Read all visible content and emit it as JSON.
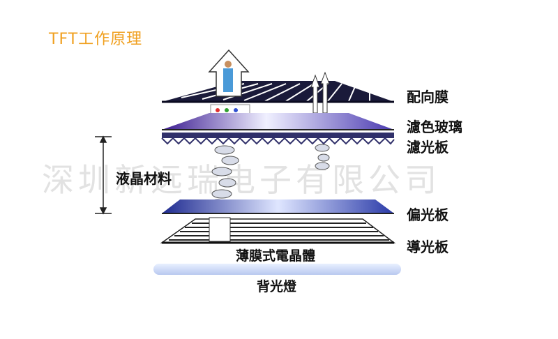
{
  "title": "TFT工作原理",
  "watermark": "深圳新远瑞电子有限公司",
  "labels": {
    "alignment_film": "配向膜",
    "color_filter_glass": "濾色玻璃",
    "filter": "濾光板",
    "liquid_crystal": "液晶材料",
    "polarizer": "偏光板",
    "light_guide": "導光板",
    "tft": "薄膜式電晶體",
    "backlight": "背光燈"
  },
  "colors": {
    "title": "#f0a020",
    "plate_dark": "#1a1a40",
    "plate_blue": "#3a4aa8",
    "purple": "#5a3aa0"
  }
}
